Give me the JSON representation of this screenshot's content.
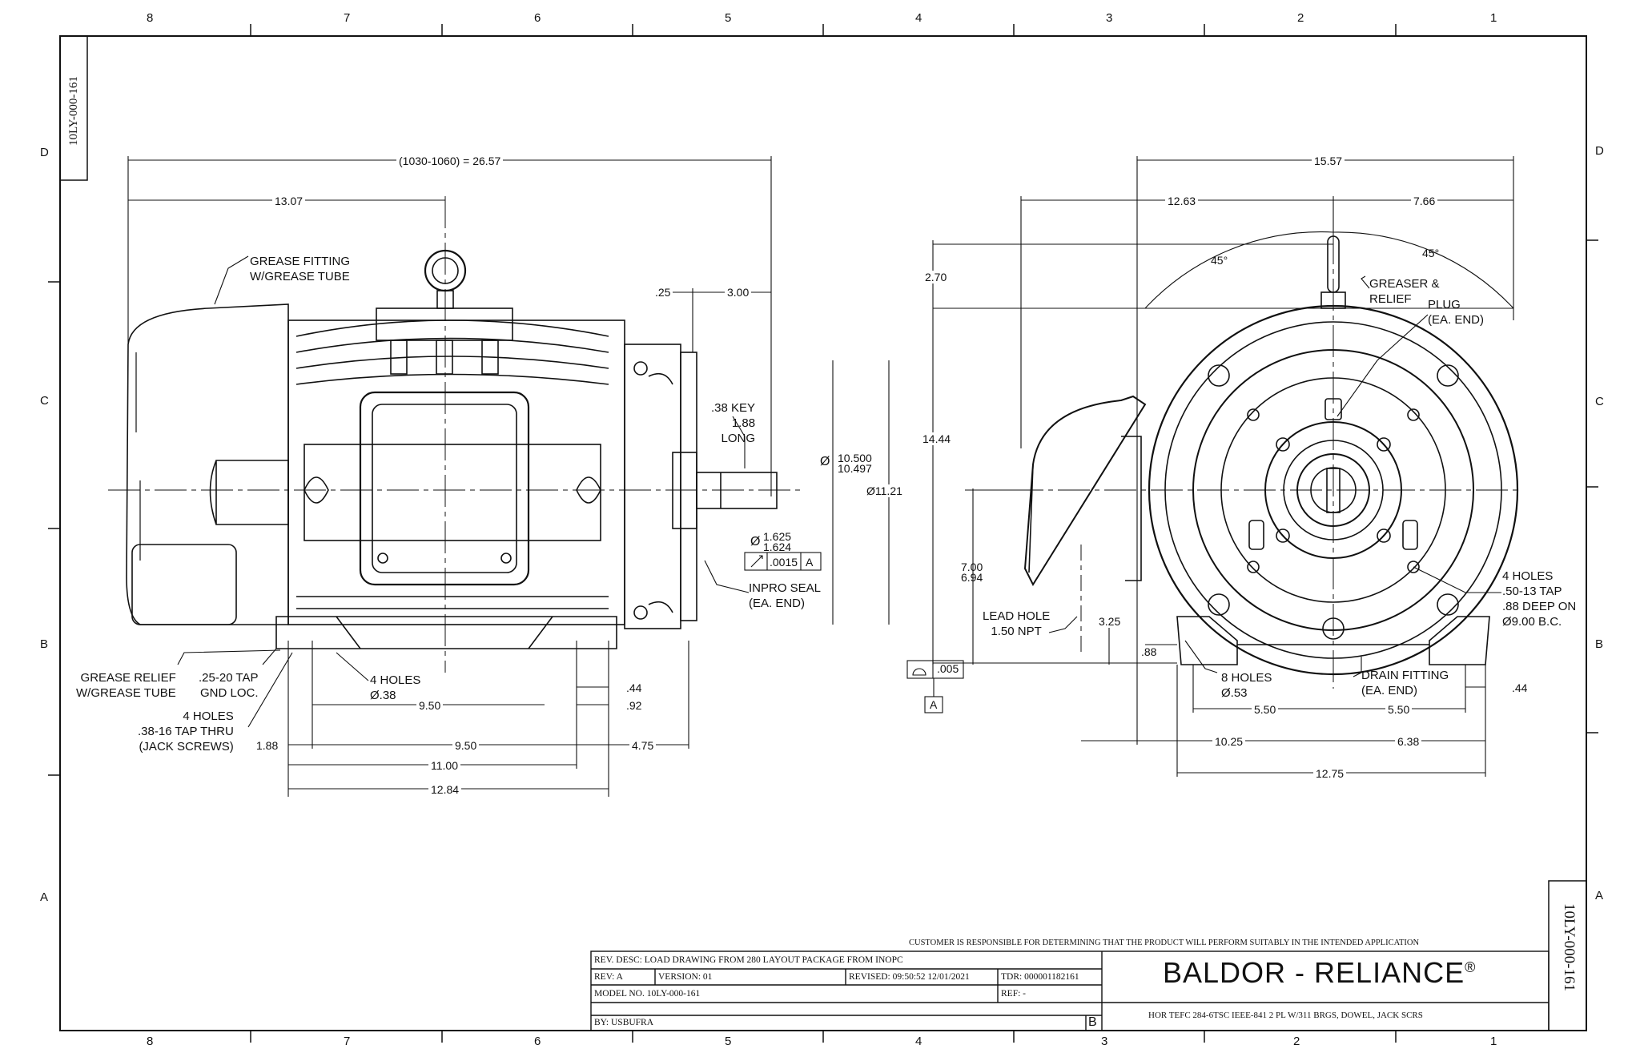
{
  "drawing": {
    "id": "10LY-000-161",
    "zones_top": [
      "8",
      "7",
      "6",
      "5",
      "4",
      "3",
      "2",
      "1"
    ],
    "zones_side": [
      "D",
      "C",
      "B",
      "A"
    ]
  },
  "side_view": {
    "dims": {
      "overall": "(1030-1060) = 26.57",
      "d1307": "13.07",
      "d025": ".25",
      "d300": "3.00",
      "shaft_dia_top": "10.500",
      "shaft_dia_bot": "10.497",
      "dia_1121": "Ø11.21",
      "key_dia_top": "1.625",
      "key_dia_bot": "1.624",
      "runout": ".0015",
      "datum": "A",
      "d044": ".44",
      "d092": ".92",
      "d950a": "9.50",
      "d950b": "9.50",
      "d188": "1.88",
      "d475": "4.75",
      "d1100": "11.00",
      "d1284": "12.84"
    },
    "callouts": {
      "grease_fitting": "GREASE FITTING\nW/GREASE TUBE",
      "key": ".38 KEY\n1.88\nLONG",
      "inpro": "INPRO SEAL\n(EA. END)",
      "grease_relief": "GREASE RELIEF\nW/GREASE TUBE",
      "gnd_tap": ".25-20 TAP\nGND LOC.",
      "holes_038": "4 HOLES\nØ.38",
      "jack": "4 HOLES\n.38-16 TAP THRU\n(JACK SCREWS)"
    }
  },
  "end_view": {
    "dims": {
      "d1557": "15.57",
      "d1263": "12.63",
      "d766": "7.66",
      "ang45a": "45°",
      "ang45b": "45°",
      "d270": "2.70",
      "d1444": "14.44",
      "d700": "7.00",
      "d694": "6.94",
      "d325": "3.25",
      "d088": ".88",
      "flat": ".005",
      "datum": "A",
      "d550a": "5.50",
      "d550b": "5.50",
      "d044": ".44",
      "d1025": "10.25",
      "d638": "6.38",
      "d1275": "12.75"
    },
    "callouts": {
      "greaser": "GREASER &\nRELIEF",
      "plug": "PLUG\n(EA. END)",
      "lead_hole": "LEAD HOLE\n1.50 NPT",
      "holes_8": "8 HOLES\nØ.53",
      "drain": "DRAIN FITTING\n(EA. END)",
      "tap_holes": "4 HOLES\n.50-13 TAP\n.88 DEEP ON\nØ9.00 B.C."
    }
  },
  "title_block": {
    "disclaimer": "CUSTOMER IS RESPONSIBLE FOR DETERMINING THAT THE PRODUCT WILL PERFORM SUITABLY IN THE INTENDED APPLICATION",
    "rev_desc": "REV. DESC: LOAD DRAWING FROM 280 LAYOUT PACKAGE FROM INOPC",
    "rev": "REV:  A",
    "version": "VERSION:  01",
    "revised": "REVISED:  09:50:52 12/01/2021",
    "tdr": "TDR:  000001182161",
    "model_no": "MODEL NO.   10LY-000-161",
    "ref": "REF:  -",
    "by": "BY: USBUFRA",
    "size": "B",
    "brand": "BALDOR  -  RELIANCE",
    "brand_mark": "®",
    "description": "HOR TEFC 284-6TSC IEEE-841 2 PL W/311 BRGS, DOWEL, JACK SCRS"
  }
}
